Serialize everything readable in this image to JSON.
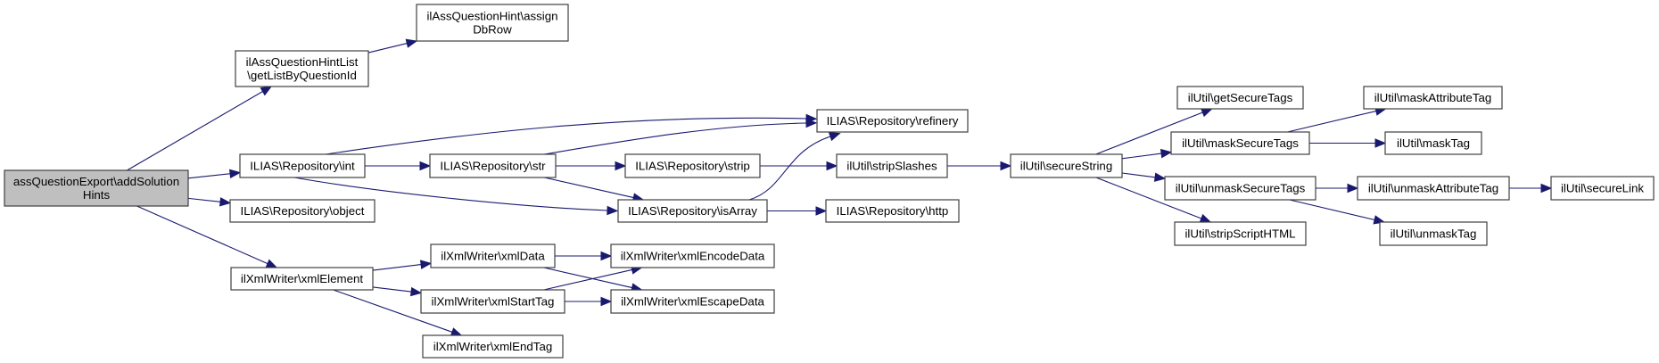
{
  "diagram": {
    "type": "call-graph",
    "edge_color": "#191970",
    "node_border_color": "#404040",
    "root_fill_color": "#bfbfbf",
    "node_fill_color": "#ffffff",
    "nodes": [
      {
        "id": "root",
        "lines": [
          "assQuestionExport\\addSolution",
          "Hints"
        ],
        "root": true
      },
      {
        "id": "getList",
        "lines": [
          "ilAssQuestionHintList",
          "\\getListByQuestionId"
        ]
      },
      {
        "id": "assignDbRow",
        "lines": [
          "ilAssQuestionHint\\assign",
          "DbRow"
        ]
      },
      {
        "id": "int",
        "lines": [
          "ILIAS\\Repository\\int"
        ]
      },
      {
        "id": "object",
        "lines": [
          "ILIAS\\Repository\\object"
        ]
      },
      {
        "id": "xmlElement",
        "lines": [
          "ilXmlWriter\\xmlElement"
        ]
      },
      {
        "id": "str",
        "lines": [
          "ILIAS\\Repository\\str"
        ]
      },
      {
        "id": "refinery",
        "lines": [
          "ILIAS\\Repository\\refinery"
        ]
      },
      {
        "id": "isArray",
        "lines": [
          "ILIAS\\Repository\\isArray"
        ]
      },
      {
        "id": "strip",
        "lines": [
          "ILIAS\\Repository\\strip"
        ]
      },
      {
        "id": "http",
        "lines": [
          "ILIAS\\Repository\\http"
        ]
      },
      {
        "id": "stripSlashes",
        "lines": [
          "ilUtil\\stripSlashes"
        ]
      },
      {
        "id": "secureString",
        "lines": [
          "ilUtil\\secureString"
        ]
      },
      {
        "id": "getSecureTags",
        "lines": [
          "ilUtil\\getSecureTags"
        ]
      },
      {
        "id": "maskSecureTags",
        "lines": [
          "ilUtil\\maskSecureTags"
        ]
      },
      {
        "id": "unmaskSecureTags",
        "lines": [
          "ilUtil\\unmaskSecureTags"
        ]
      },
      {
        "id": "stripScriptHTML",
        "lines": [
          "ilUtil\\stripScriptHTML"
        ]
      },
      {
        "id": "maskAttributeTag",
        "lines": [
          "ilUtil\\maskAttributeTag"
        ]
      },
      {
        "id": "maskTag",
        "lines": [
          "ilUtil\\maskTag"
        ]
      },
      {
        "id": "unmaskAttributeTag",
        "lines": [
          "ilUtil\\unmaskAttributeTag"
        ]
      },
      {
        "id": "unmaskTag",
        "lines": [
          "ilUtil\\unmaskTag"
        ]
      },
      {
        "id": "secureLink",
        "lines": [
          "ilUtil\\secureLink"
        ]
      },
      {
        "id": "xmlData",
        "lines": [
          "ilXmlWriter\\xmlData"
        ]
      },
      {
        "id": "xmlStartTag",
        "lines": [
          "ilXmlWriter\\xmlStartTag"
        ]
      },
      {
        "id": "xmlEndTag",
        "lines": [
          "ilXmlWriter\\xmlEndTag"
        ]
      },
      {
        "id": "xmlEncodeData",
        "lines": [
          "ilXmlWriter\\xmlEncodeData"
        ]
      },
      {
        "id": "xmlEscapeData",
        "lines": [
          "ilXmlWriter\\xmlEscapeData"
        ]
      }
    ],
    "edges": [
      {
        "from": "root",
        "to": "getList"
      },
      {
        "from": "root",
        "to": "int"
      },
      {
        "from": "root",
        "to": "object"
      },
      {
        "from": "root",
        "to": "xmlElement"
      },
      {
        "from": "getList",
        "to": "assignDbRow"
      },
      {
        "from": "int",
        "to": "refinery"
      },
      {
        "from": "int",
        "to": "str"
      },
      {
        "from": "int",
        "to": "isArray"
      },
      {
        "from": "str",
        "to": "refinery"
      },
      {
        "from": "str",
        "to": "strip"
      },
      {
        "from": "str",
        "to": "isArray"
      },
      {
        "from": "isArray",
        "to": "refinery"
      },
      {
        "from": "isArray",
        "to": "http"
      },
      {
        "from": "strip",
        "to": "stripSlashes"
      },
      {
        "from": "stripSlashes",
        "to": "secureString"
      },
      {
        "from": "secureString",
        "to": "getSecureTags"
      },
      {
        "from": "secureString",
        "to": "maskSecureTags"
      },
      {
        "from": "secureString",
        "to": "unmaskSecureTags"
      },
      {
        "from": "secureString",
        "to": "stripScriptHTML"
      },
      {
        "from": "maskSecureTags",
        "to": "maskAttributeTag"
      },
      {
        "from": "maskSecureTags",
        "to": "maskTag"
      },
      {
        "from": "unmaskSecureTags",
        "to": "unmaskAttributeTag"
      },
      {
        "from": "unmaskSecureTags",
        "to": "unmaskTag"
      },
      {
        "from": "unmaskAttributeTag",
        "to": "secureLink"
      },
      {
        "from": "xmlElement",
        "to": "xmlData"
      },
      {
        "from": "xmlElement",
        "to": "xmlStartTag"
      },
      {
        "from": "xmlElement",
        "to": "xmlEndTag"
      },
      {
        "from": "xmlData",
        "to": "xmlEncodeData"
      },
      {
        "from": "xmlData",
        "to": "xmlEscapeData"
      },
      {
        "from": "xmlStartTag",
        "to": "xmlEncodeData"
      },
      {
        "from": "xmlStartTag",
        "to": "xmlEscapeData"
      }
    ]
  }
}
